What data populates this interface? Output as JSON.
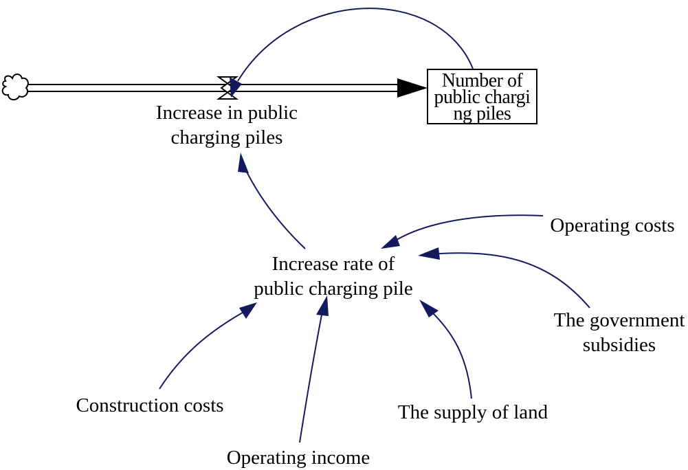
{
  "stock": {
    "lines": [
      "Number of",
      "public chargi",
      "ng piles"
    ]
  },
  "flow": {
    "lines": [
      "Increase in public",
      "charging piles"
    ]
  },
  "rate": {
    "lines": [
      "Increase rate of",
      "public charging pile"
    ]
  },
  "factors": {
    "operating_costs": [
      "Operating costs"
    ],
    "government_subsidies": [
      "The government",
      "subsidies"
    ],
    "construction_costs": [
      "Construction costs"
    ],
    "operating_income": [
      "Operating income"
    ],
    "supply_of_land": [
      "The supply of land"
    ]
  },
  "colors": {
    "link_arrow": "#141a5e",
    "flow_line": "#000000"
  }
}
